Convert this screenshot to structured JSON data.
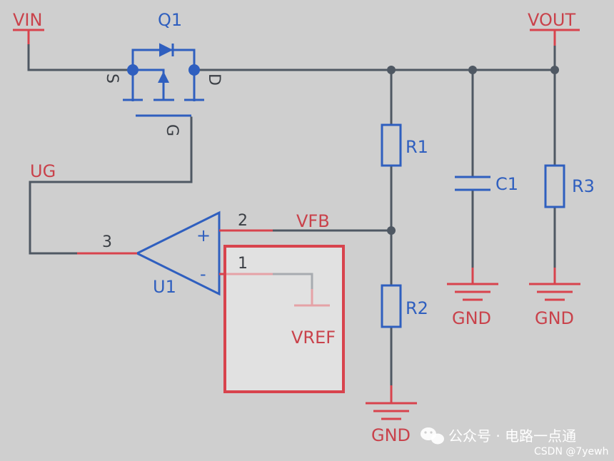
{
  "nets": {
    "vin": "VIN",
    "vout": "VOUT",
    "ug": "UG",
    "vfb": "VFB",
    "vref": "VREF",
    "gnd": "GND"
  },
  "components": {
    "q1": {
      "ref": "Q1",
      "pin_s": "S",
      "pin_d": "D",
      "pin_g": "G"
    },
    "u1": {
      "ref": "U1",
      "plus": "+",
      "minus": "-",
      "pin_plus": "2",
      "pin_minus": "1",
      "pin_out": "3"
    },
    "r1": "R1",
    "r2": "R2",
    "r3": "R3",
    "c1": "C1"
  },
  "watermark": {
    "account": "公众号 · 电路一点通",
    "site": "CSDN @7yewh"
  },
  "colors": {
    "background": "#cfcfcf",
    "wire": "#4f5863",
    "symbol": "#2f5fbf",
    "net_label": "#c9424b",
    "highlight_box": "#d8434d"
  }
}
